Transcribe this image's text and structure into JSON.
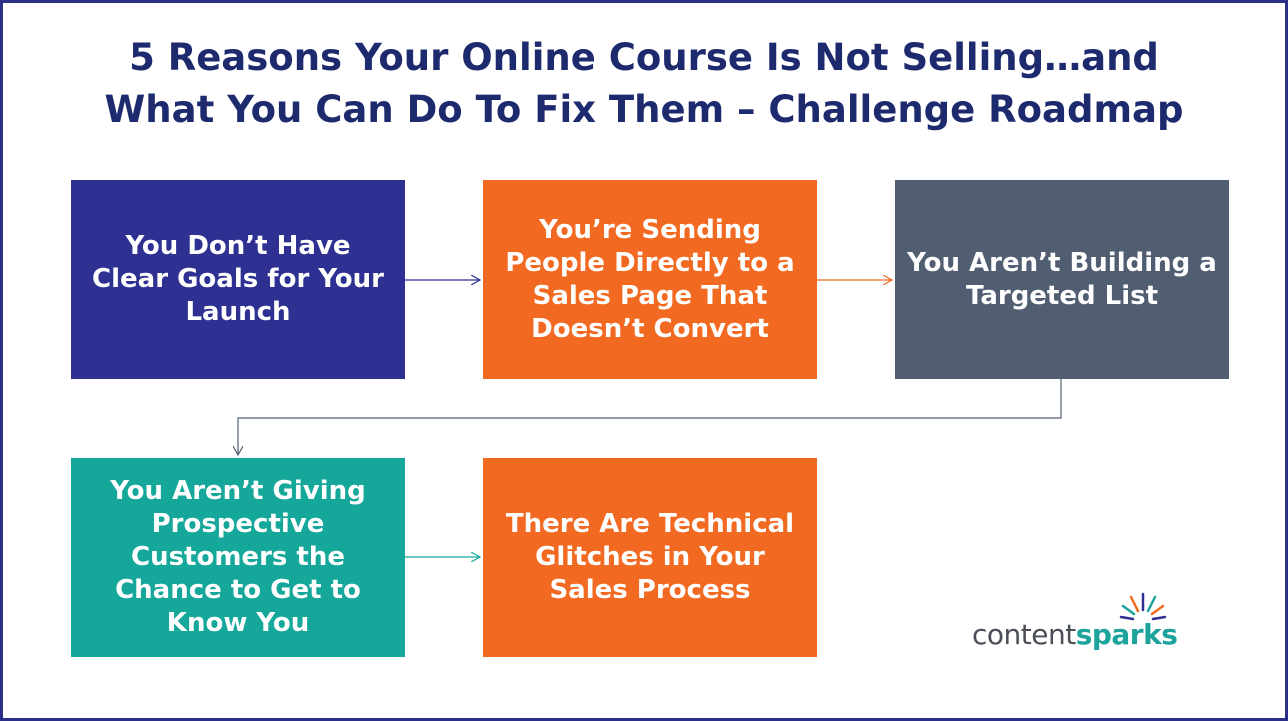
{
  "title": {
    "line1": "5 Reasons Your Online Course Is Not Selling…and",
    "line2": "What You Can Do To Fix Them – Challenge Roadmap"
  },
  "steps": [
    {
      "label": "You Don’t Have Clear Goals for Your Launch",
      "color": "#2e3192"
    },
    {
      "label": "You’re Sending People Directly to a Sales Page That Doesn’t Convert",
      "color": "#f26a21"
    },
    {
      "label": "You Aren’t Building a Targeted List",
      "color": "#515e72"
    },
    {
      "label": "You Aren’t Giving Prospective Customers the Chance to Get to Know You",
      "color": "#14a79a"
    },
    {
      "label": "There Are Technical Glitches in Your Sales Process",
      "color": "#f26a21"
    }
  ],
  "logo": {
    "part1": "content",
    "part2": "sparks",
    "icon": "sparkle-burst-icon"
  },
  "colors": {
    "title": "#1e2a6e",
    "border": "#2c2f86",
    "arrow_blue": "#2e3192",
    "arrow_orange": "#f26a21",
    "arrow_gray": "#515e72",
    "arrow_teal": "#14a79a"
  }
}
